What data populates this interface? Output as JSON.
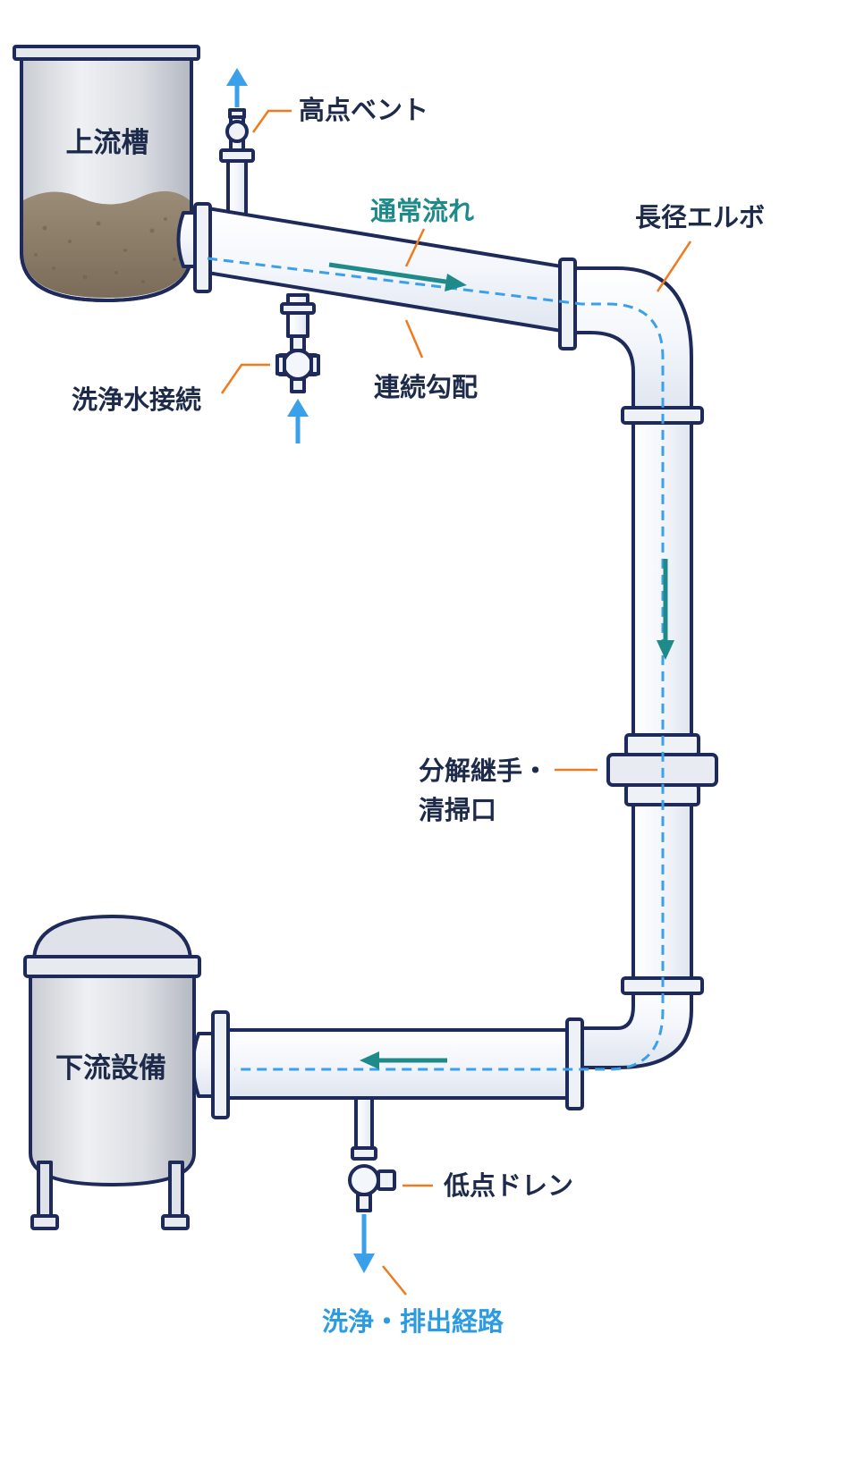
{
  "labels": {
    "upstream_tank": "上流槽",
    "high_vent": "高点ベント",
    "normal_flow": "通常流れ",
    "long_elbow": "長径エルボ",
    "flush_connection": "洗浄水接続",
    "continuous_slope": "連続勾配",
    "union_line1": "分解継手・",
    "union_line2": "清掃口",
    "downstream_equipment": "下流設備",
    "low_drain": "低点ドレン",
    "flush_discharge_route": "洗浄・排出経路"
  },
  "colors": {
    "outline": "#1d2a5a",
    "pipe_fill": "#f4f7fc",
    "flow_line": "#3aa0ea",
    "flow_arrow": "#1f8a8a",
    "leader_line": "#f07a1e",
    "vent_drain_arrow": "#3aa0ea",
    "sediment": "#8a7b66"
  },
  "icons": {
    "flow_arrows": "teal-arrow-icon",
    "vent_arrow": "up-arrow-icon",
    "flush_inlet_arrow": "up-arrow-icon",
    "drain_arrow": "down-arrow-icon"
  }
}
